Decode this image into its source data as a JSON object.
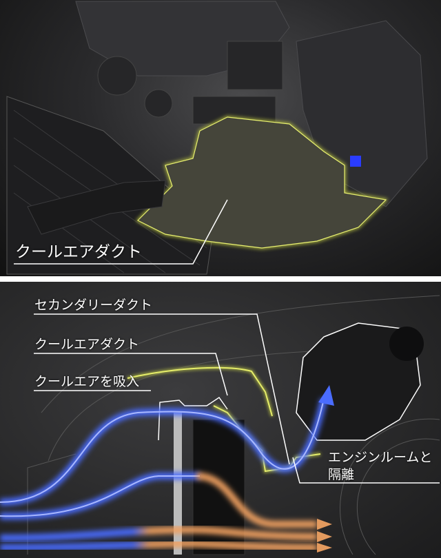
{
  "top_panel": {
    "label": "クールエアダクト"
  },
  "bottom_panel": {
    "labels": {
      "secondary_duct": "セカンダリーダクト",
      "cool_air_duct": "クールエアダクト",
      "cool_air_intake": "クールエアを吸入",
      "isolation_line1": "エンジンルームと",
      "isolation_line2": "隔離"
    }
  },
  "colors": {
    "duct_outline": "#d6e04a",
    "cool_air_flow": "#4a6cff",
    "hot_air_flow": "#f0a060",
    "leader_line": "#ffffff"
  }
}
